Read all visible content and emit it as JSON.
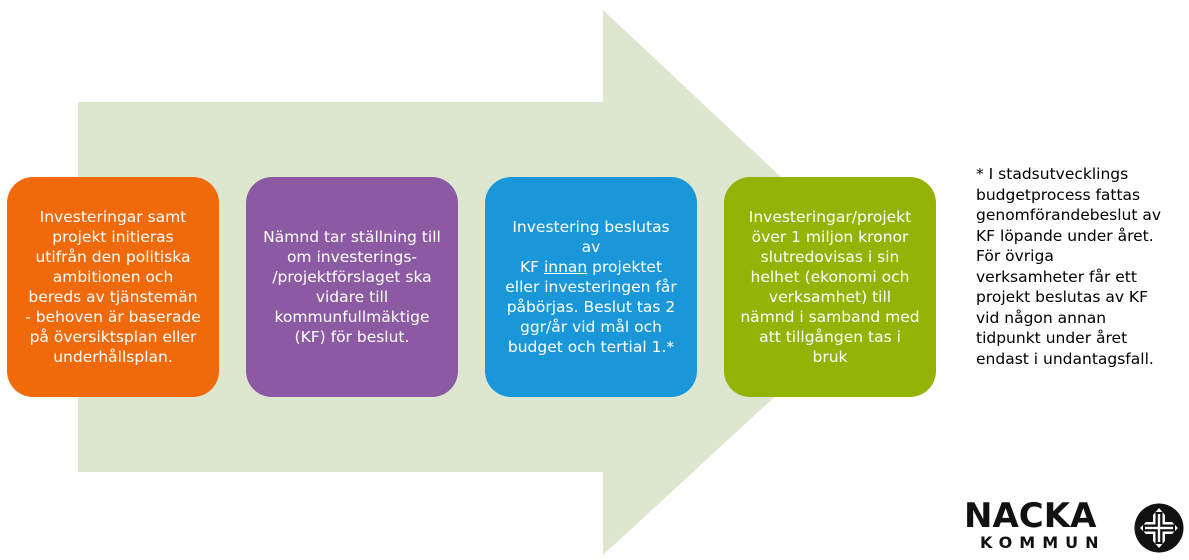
{
  "colors": {
    "arrow": "#dde7cf",
    "step1": "#f06a0c",
    "step2": "#8c5aa2",
    "step3": "#1a97d9",
    "step4": "#93b307"
  },
  "steps": [
    {
      "lines": [
        "Investeringar samt",
        "projekt initieras",
        "utifrån den politiska",
        "ambitionen och",
        "bereds av tjänstemän",
        "- behoven är baserade",
        "på översiktsplan eller",
        "underhållsplan."
      ]
    },
    {
      "lines": [
        "Nämnd tar ställning till",
        "om investerings-",
        "/projektförslaget ska",
        "vidare till",
        "kommunfullmäktige",
        "(KF) för beslut."
      ]
    },
    {
      "line1": "Investering beslutas av",
      "line2_pre": "KF ",
      "line2_underlined": "innan",
      "line2_post": " projektet",
      "lines_rest": [
        "eller investeringen får",
        "påbörjas. Beslut tas 2",
        "ggr/år vid mål och",
        "budget och tertial 1.*"
      ]
    },
    {
      "lines": [
        "Investeringar/projekt",
        "över 1 miljon kronor",
        "slutredovisas i sin",
        "helhet (ekonomi och",
        "verksamhet) till",
        "nämnd i samband med",
        "att tillgången tas i bruk"
      ]
    }
  ],
  "footnote": {
    "lines": [
      "* I stadsutvecklings",
      "budgetprocess fattas",
      "genomförandebeslut av",
      "KF löpande under året.",
      "För övriga",
      "verksamheter får ett",
      "projekt beslutas av KF",
      "vid någon annan",
      "tidpunkt under året",
      "endast i undantagsfall."
    ]
  },
  "logo": {
    "word": "NACKA",
    "sub": "KOMMUN",
    "emblem_icon": "nacka-crest-icon"
  }
}
